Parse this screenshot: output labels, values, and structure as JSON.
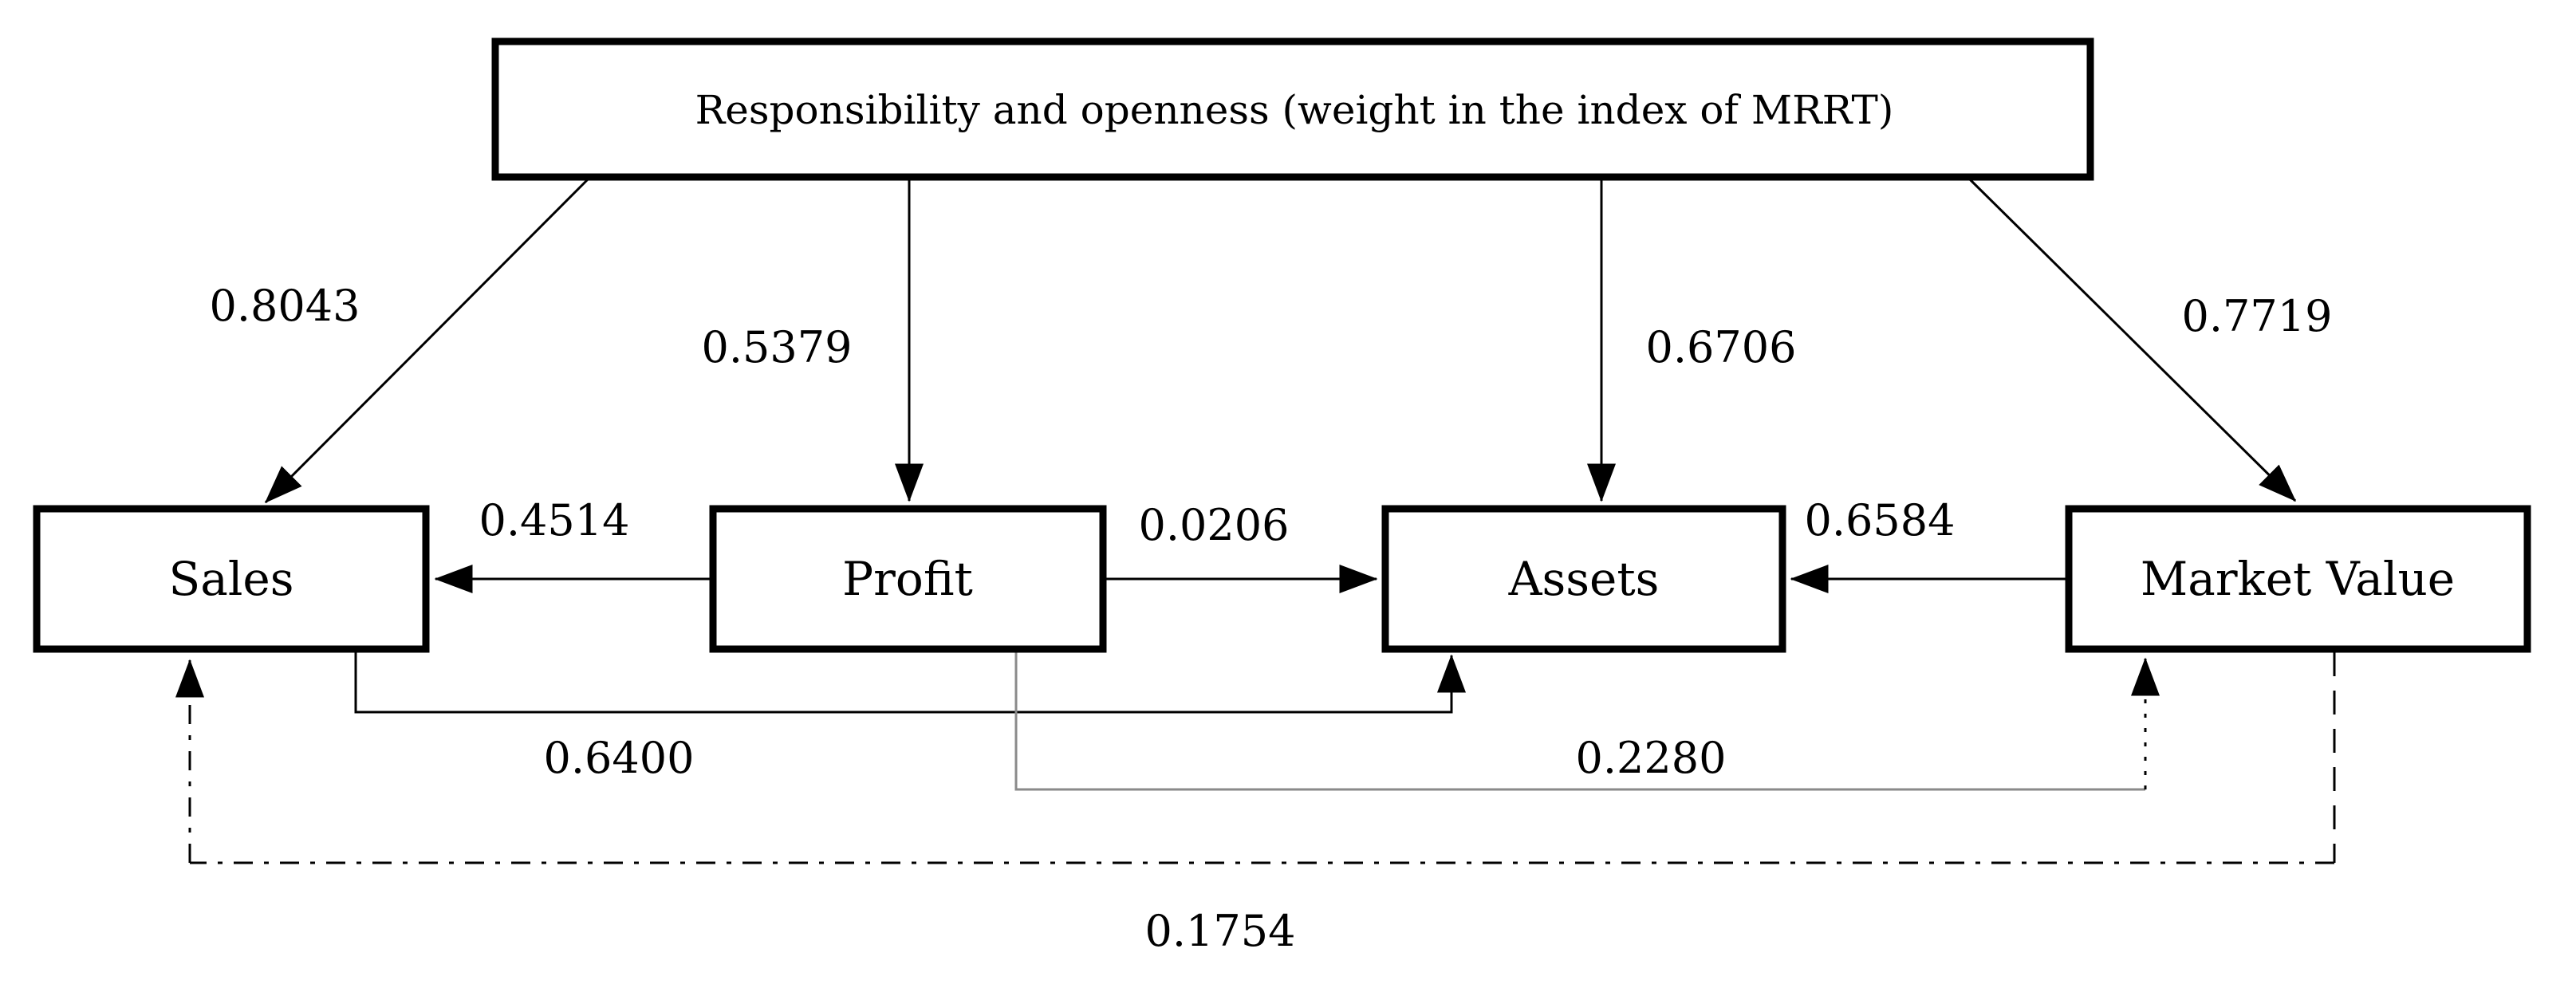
{
  "colors": {
    "background": "#ffffff",
    "ink": "#000000",
    "muted_line": "#8a8a8a"
  },
  "title_box": {
    "label": "Responsibility and openness (weight in the index of MRRT)"
  },
  "nodes": {
    "sales": {
      "label": "Sales"
    },
    "profit": {
      "label": "Profit"
    },
    "assets": {
      "label": "Assets"
    },
    "market_value": {
      "label": "Market Value"
    }
  },
  "edges": {
    "mrrt_sales": {
      "from": "title_box",
      "to": "sales",
      "weight": "0.8043",
      "style": "solid-arrow"
    },
    "mrrt_profit": {
      "from": "title_box",
      "to": "profit",
      "weight": "0.5379",
      "style": "solid-arrow"
    },
    "mrrt_assets": {
      "from": "title_box",
      "to": "assets",
      "weight": "0.6706",
      "style": "solid-arrow"
    },
    "mrrt_market_value": {
      "from": "title_box",
      "to": "market_value",
      "weight": "0.7719",
      "style": "solid-arrow"
    },
    "profit_sales": {
      "from": "profit",
      "to": "sales",
      "weight": "0.4514",
      "style": "solid-arrow"
    },
    "profit_assets": {
      "from": "profit",
      "to": "assets",
      "weight": "0.0206",
      "style": "solid-arrow"
    },
    "market_value_assets": {
      "from": "market_value",
      "to": "assets",
      "weight": "0.6584",
      "style": "solid-arrow"
    },
    "sales_assets": {
      "from": "sales",
      "to": "assets",
      "weight": "0.6400",
      "style": "solid-elbow-arrow"
    },
    "profit_market_value": {
      "from": "profit",
      "to": "market_value",
      "weight": "0.2280",
      "style": "thin-elbow-dotted-rise-arrow"
    },
    "market_value_sales": {
      "from": "market_value",
      "to": "sales",
      "weight": "0.1754",
      "style": "dash-dot-elbow-arrow"
    }
  }
}
